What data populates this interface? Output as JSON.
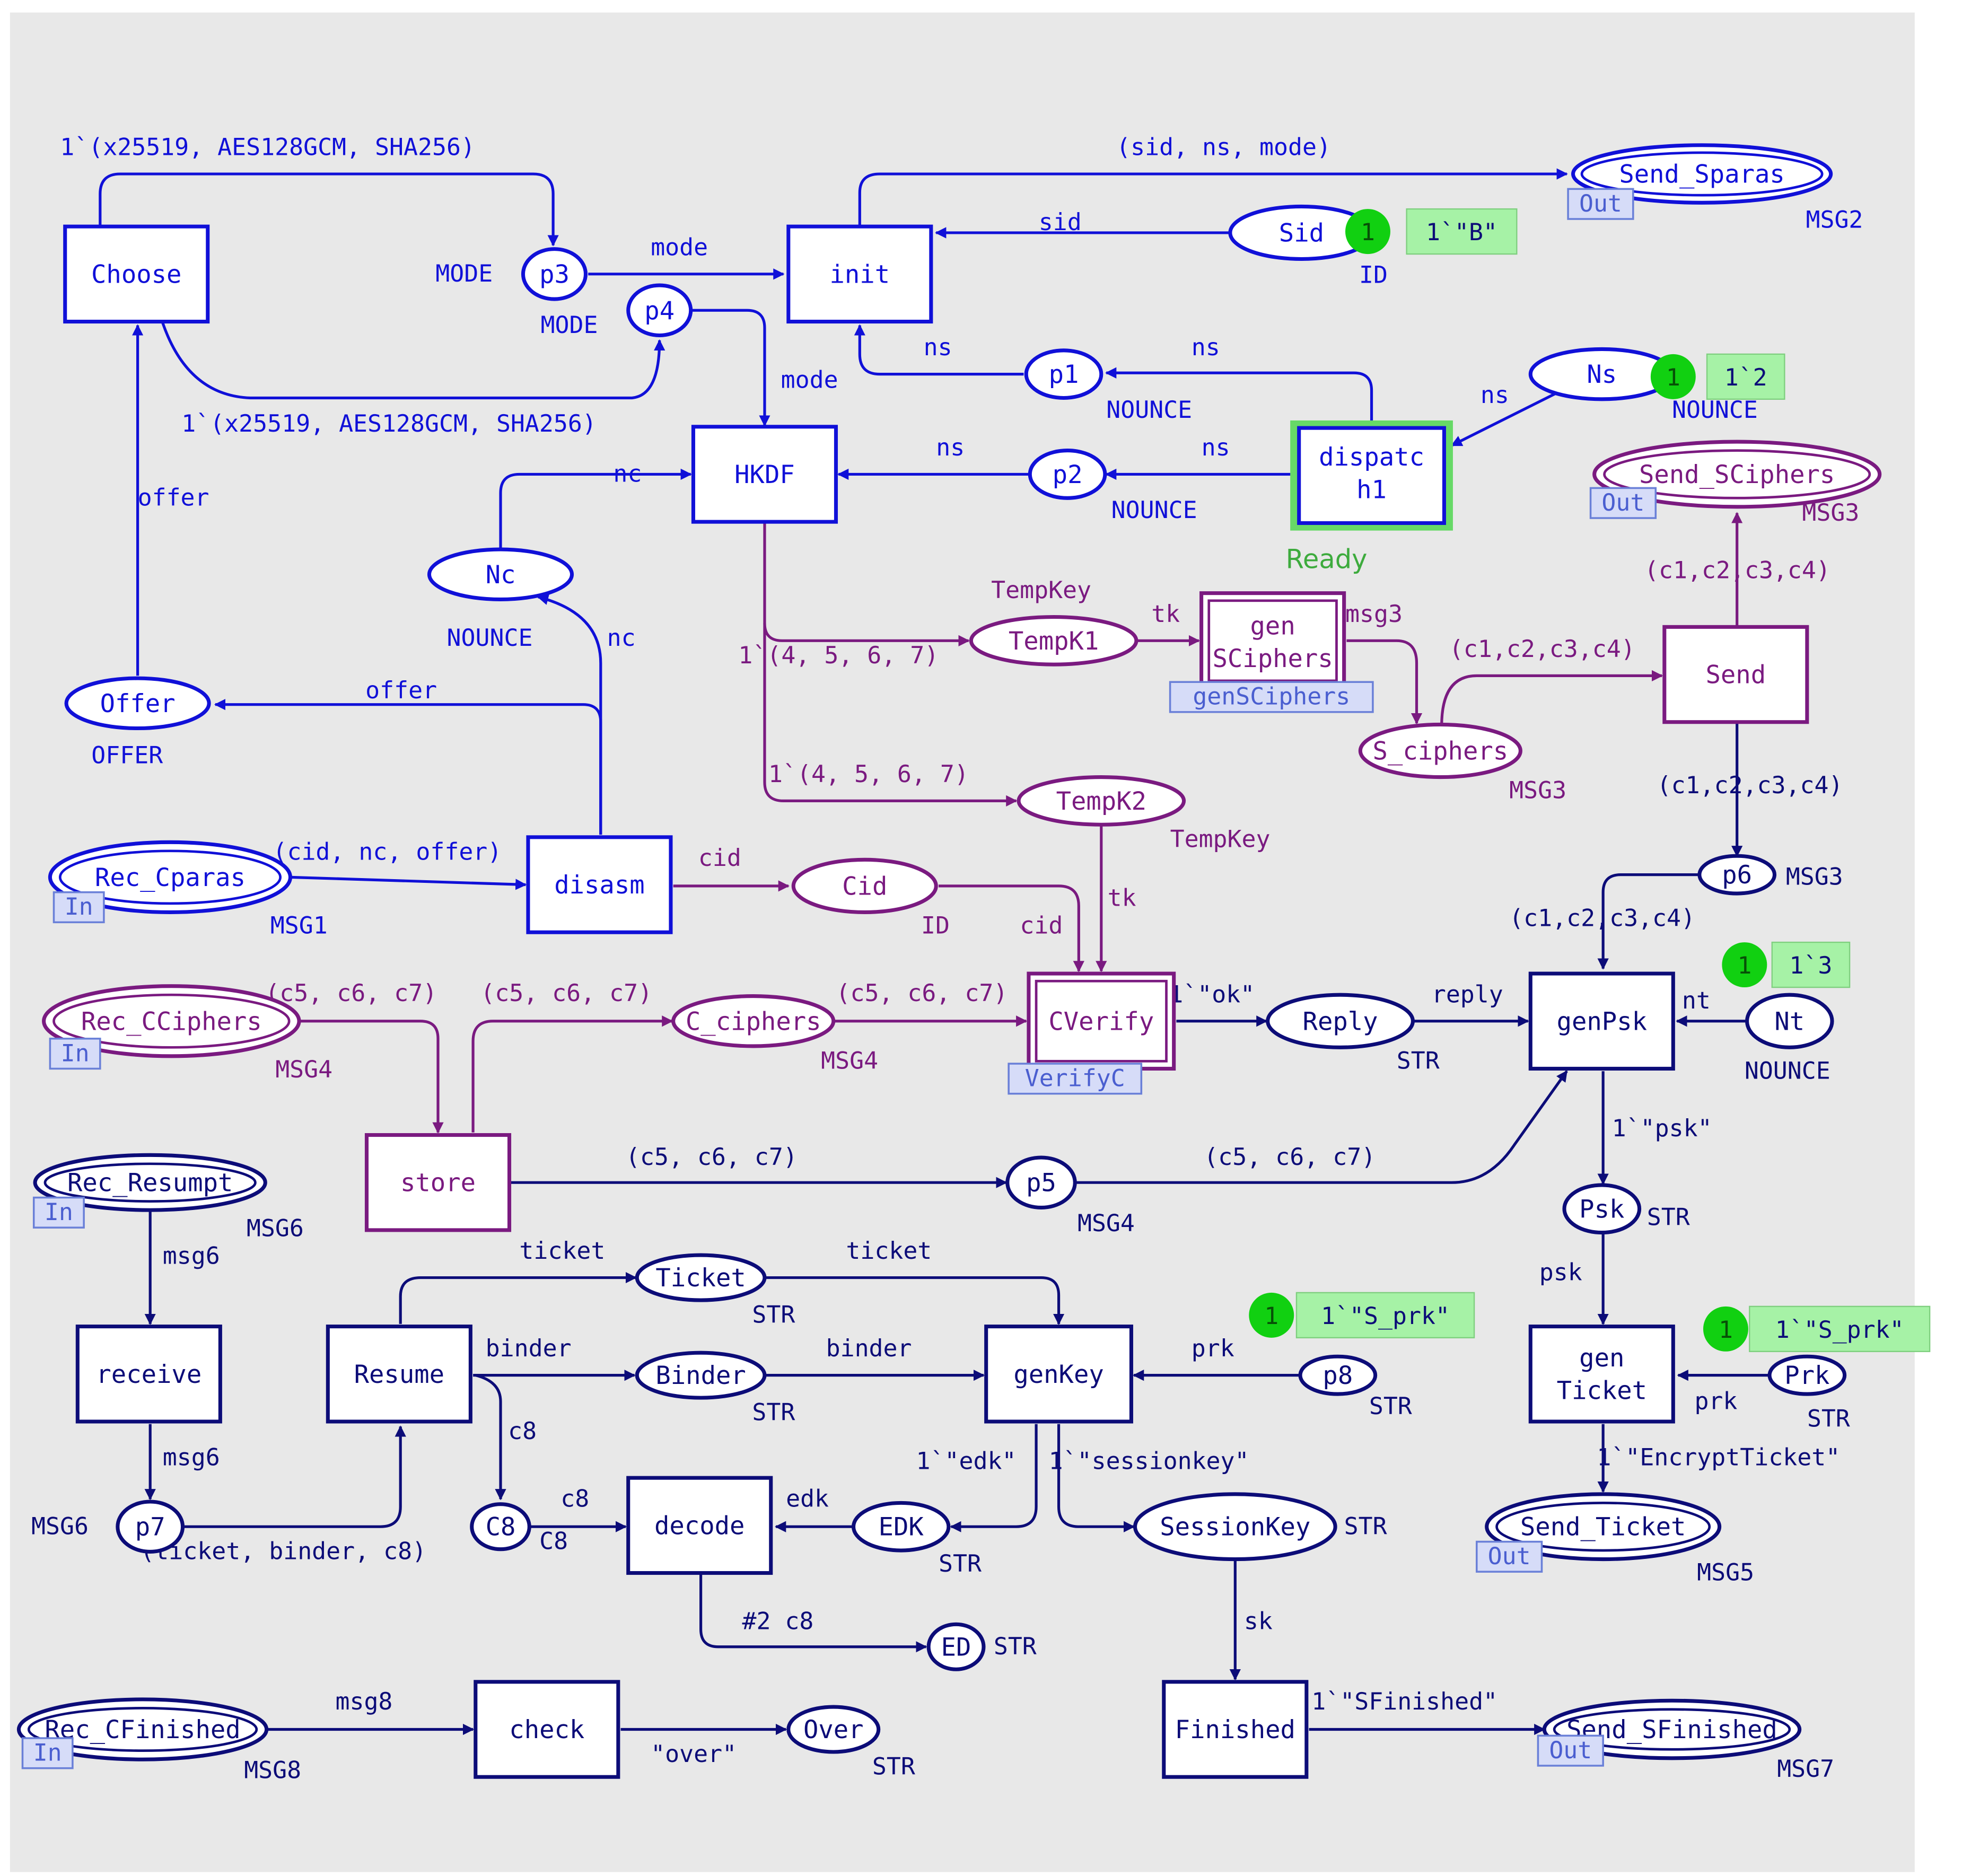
{
  "colors": {
    "background": "#e8e8e8",
    "blue": "#1010d8",
    "navy": "#0c0c78",
    "purple": "#7a1a80",
    "token_green": "#11d011",
    "marking_bg": "#a6f2a6",
    "ready_green": "#3dab3d",
    "port_bg": "#d6dcf8",
    "port_border": "#6a80d8"
  },
  "places": {
    "p3": {
      "name": "p3",
      "type": "MODE"
    },
    "p4": {
      "name": "p4",
      "type": "MODE"
    },
    "sid": {
      "name": "Sid",
      "type": "ID",
      "marking": "1`\"B\"",
      "count": "1"
    },
    "send_sparas": {
      "name": "Send_Sparas",
      "type": "MSG2",
      "port": "Out"
    },
    "p1": {
      "name": "p1",
      "type": "NOUNCE"
    },
    "p2": {
      "name": "p2",
      "type": "NOUNCE"
    },
    "ns": {
      "name": "Ns",
      "type": "NOUNCE",
      "marking": "1`2",
      "count": "1"
    },
    "send_sciphers": {
      "name": "Send_SCiphers",
      "type": "MSG3",
      "port": "Out"
    },
    "nc": {
      "name": "Nc",
      "type": "NOUNCE"
    },
    "offer": {
      "name": "Offer",
      "type": "OFFER"
    },
    "tempk1": {
      "name": "TempK1"
    },
    "tempk1_type": "TempKey",
    "tempk2": {
      "name": "TempK2",
      "type": "TempKey"
    },
    "s_ciphers": {
      "name": "S_ciphers",
      "type": "MSG3"
    },
    "rec_cparas": {
      "name": "Rec_Cparas",
      "type": "MSG1",
      "port": "In"
    },
    "cid": {
      "name": "Cid",
      "type": "ID"
    },
    "p6": {
      "name": "p6",
      "type": "MSG3"
    },
    "nt": {
      "name": "Nt",
      "type": "NOUNCE",
      "marking": "1`3",
      "count": "1"
    },
    "rec_cciphers": {
      "name": "Rec_CCiphers",
      "type": "MSG4",
      "port": "In"
    },
    "c_ciphers": {
      "name": "C_ciphers",
      "type": "MSG4"
    },
    "reply": {
      "name": "Reply",
      "type": "STR"
    },
    "p5": {
      "name": "p5",
      "type": "MSG4"
    },
    "psk": {
      "name": "Psk",
      "type": "STR"
    },
    "rec_resumpt": {
      "name": "Rec_Resumpt",
      "type": "MSG6",
      "port": "In"
    },
    "ticket": {
      "name": "Ticket",
      "type": "STR"
    },
    "binder": {
      "name": "Binder",
      "type": "STR"
    },
    "p8": {
      "name": "p8",
      "type": "STR",
      "marking": "1`\"S_prk\"",
      "count": "1"
    },
    "prk": {
      "name": "Prk",
      "type": "STR",
      "marking": "1`\"S_prk\"",
      "count": "1"
    },
    "p7": {
      "name": "p7",
      "type": "MSG6"
    },
    "c8": {
      "name": "C8",
      "type": "C8"
    },
    "edk": {
      "name": "EDK",
      "type": "STR"
    },
    "sessionkey": {
      "name": "SessionKey",
      "type": "STR"
    },
    "send_ticket": {
      "name": "Send_Ticket",
      "type": "MSG5",
      "port": "Out"
    },
    "ed": {
      "name": "ED",
      "type": "STR"
    },
    "rec_cfinished": {
      "name": "Rec_CFinished",
      "type": "MSG8",
      "port": "In"
    },
    "over": {
      "name": "Over",
      "type": "STR"
    },
    "send_sfinished": {
      "name": "Send_SFinished",
      "type": "MSG7",
      "port": "Out"
    }
  },
  "transitions": {
    "choose": {
      "name": "Choose"
    },
    "init": {
      "name": "init"
    },
    "hkdf": {
      "name": "HKDF"
    },
    "dispatch1": {
      "name1": "dispatc",
      "name2": "h1",
      "status": "Ready"
    },
    "gensciphers": {
      "name1": "gen",
      "name2": "SCiphers",
      "subpage": "genSCiphers"
    },
    "send": {
      "name": "Send"
    },
    "disasm": {
      "name": "disasm"
    },
    "cverify": {
      "name": "CVerify",
      "subpage": "VerifyC"
    },
    "genpsk": {
      "name": "genPsk"
    },
    "store": {
      "name": "store"
    },
    "receive": {
      "name": "receive"
    },
    "resume": {
      "name": "Resume"
    },
    "genkey": {
      "name": "genKey"
    },
    "genticket": {
      "name1": "gen",
      "name2": "Ticket"
    },
    "decode": {
      "name": "decode"
    },
    "finished": {
      "name": "Finished"
    },
    "check": {
      "name": "check"
    }
  },
  "arcs": {
    "choose_p3": "1`(x25519, AES128GCM, SHA256)",
    "choose_p4": "1`(x25519, AES128GCM, SHA256)",
    "init_sparas": "(sid, ns, mode)",
    "p3_init": "mode",
    "sid_init": "sid",
    "p4_hkdf": "mode",
    "p1_init": "ns",
    "disp_p1": "ns",
    "ns_disp": "ns",
    "p2_hkdf": "ns",
    "disp_p2": "ns",
    "nc_hkdf": "nc",
    "offer_choose": "offer",
    "disasm_nc": "nc",
    "disasm_offer": "offer",
    "hkdf_tempk1": "1`(4, 5, 6, 7)",
    "hkdf_tempk2": "1`(4, 5, 6, 7)",
    "tempk1_gen": "tk",
    "gen_sciphers": "msg3",
    "sciphers_send": "(c1,c2,c3,c4)",
    "send_out": "(c1,c2,c3,c4)",
    "send_p6": "(c1,c2,c3,c4)",
    "p6_genpsk": "(c1,c2,c3,c4)",
    "rec_disasm": "(cid, nc, offer)",
    "disasm_cid": "cid",
    "cid_cverify": "cid",
    "tempk2_cverify": "tk",
    "rec_store": "(c5, c6, c7)",
    "store_cciphers": "(c5, c6, c7)",
    "cciphers_cverify": "(c5, c6, c7)",
    "cverify_reply": "1`\"ok\"",
    "reply_genpsk": "reply",
    "nt_genpsk": "nt",
    "store_p5": "(c5, c6, c7)",
    "p5_genpsk": "(c5, c6, c7)",
    "genpsk_psk": "1`\"psk\"",
    "psk_genticket": "psk",
    "resumpt_receive": "msg6",
    "receive_p7": "msg6",
    "resume_ticket": "ticket",
    "ticket_genkey": "ticket",
    "resume_binder": "binder",
    "binder_genkey": "binder",
    "p8_genkey": "prk",
    "prk_genticket": "prk",
    "resume_c8": "c8",
    "p7_resume": "(ticket, binder, c8)",
    "c8_decode": "c8",
    "edk_decode": "edk",
    "genkey_edk": "1`\"edk\"",
    "genkey_sessionkey": "1`\"sessionkey\"",
    "genticket_sendticket": "1`\"EncryptTicket\"",
    "decode_ed": "#2 c8",
    "sessionkey_finished": "sk",
    "rec_check": "msg8",
    "check_over": "\"over\"",
    "finished_send": "1`\"SFinished\""
  }
}
